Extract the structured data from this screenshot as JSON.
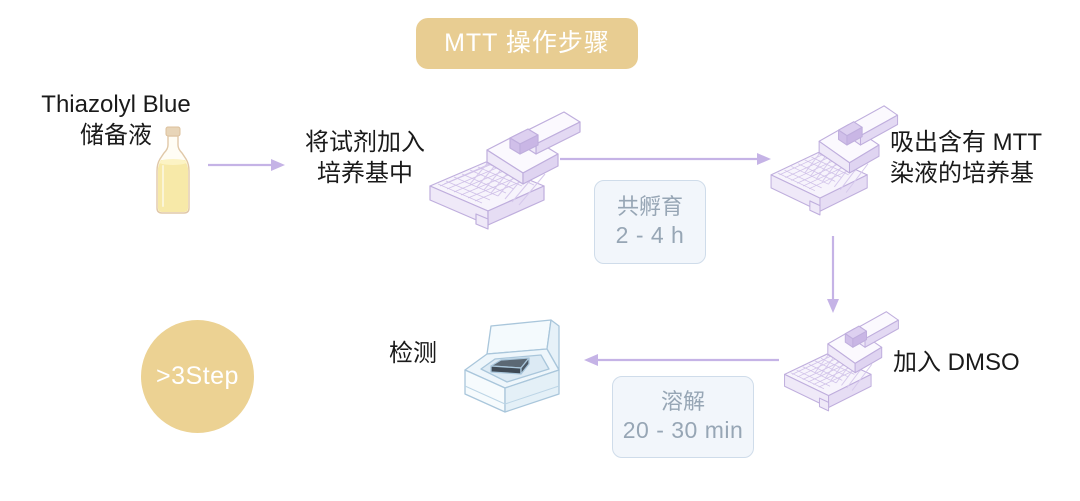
{
  "title": {
    "text": "MTT 操作步骤"
  },
  "colors": {
    "banner": "#e8cd92",
    "banner_text": "#ffffff",
    "badge": "#ecd293",
    "arrow": "#c5b3e6",
    "plate_line": "#bfaedd",
    "plate_fill": "#f7f4fc",
    "bottle_outline": "#e0c8a8",
    "bottle_liquid": "#f7e9a8",
    "reader_fill": "#eef6fb",
    "reader_line": "#a9c6db",
    "reader_plate": "#4c5966",
    "time_box_bg": "#f2f6fb",
    "time_box_border": "#cfdcea",
    "time_box_text": "#97a6b5",
    "label_text": "#1a1a1a"
  },
  "steps": {
    "stock": {
      "label": "Thiazolyl Blue\n储备液",
      "icon": "reagent-bottle"
    },
    "add_reagent": {
      "label": "将试剂加入\n培养基中",
      "icon": "multichannel-pipette-plate"
    },
    "incubate": {
      "line1": "共孵育",
      "line2": "2 - 4 h"
    },
    "aspirate": {
      "label": "吸出含有 MTT\n染液的培养基",
      "icon": "multichannel-pipette-plate"
    },
    "add_dmso": {
      "label": "加入 DMSO",
      "icon": "multichannel-pipette-plate"
    },
    "dissolve": {
      "line1": "溶解",
      "line2": "20 - 30 min"
    },
    "detect": {
      "label": "检测",
      "icon": "plate-reader"
    },
    "badge": {
      "label": ">3Step"
    }
  }
}
